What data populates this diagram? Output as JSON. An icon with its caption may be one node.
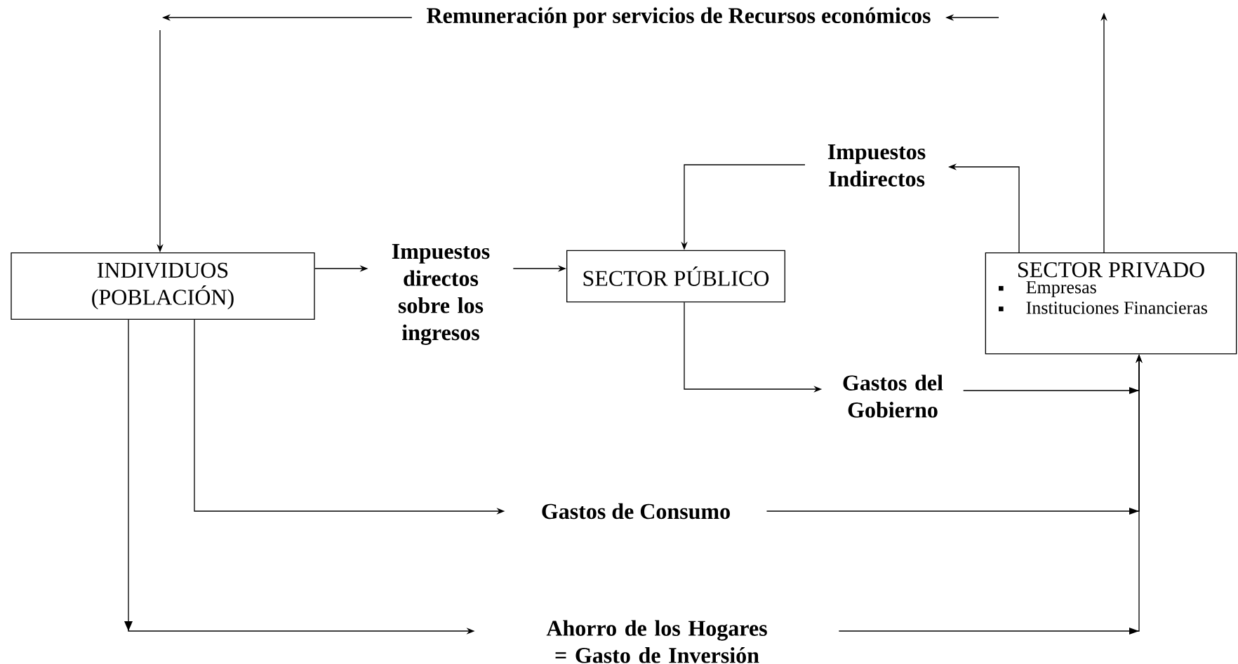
{
  "diagram": {
    "nodes": [
      {
        "text": [
          "Remuneración por servicios de Recursos económicos"
        ]
      },
      {
        "text": [
          "Impuestos Indirectos"
        ]
      },
      {
        "text": [
          "INDIVIDUOS (POBLACIÓN)"
        ]
      },
      {
        "text": [
          "Impuestos directos sobre los ingresos"
        ]
      },
      {
        "text": [
          "SECTOR PÚBLICO"
        ]
      },
      {
        "text": [
          "SECTOR PRIVADO",
          "Empresas",
          "Instituciones Financieras"
        ]
      },
      {
        "text": [
          "Gastos del Gobierno"
        ]
      },
      {
        "text": [
          "Gastos de Consumo"
        ]
      },
      {
        "text": [
          "Ahorro de los Hogares = Gasto de Inversión"
        ]
      }
    ],
    "edges": [
      {
        "from": 5,
        "to": null,
        "arrow": "to"
      },
      {
        "from": null,
        "to": 0,
        "arrow": "to"
      },
      {
        "from": 0,
        "to": null,
        "arrow": "to"
      },
      {
        "from": null,
        "to": 2,
        "arrow": "to"
      },
      {
        "from": 2,
        "to": 3,
        "arrow": "to"
      },
      {
        "from": 3,
        "to": 4,
        "arrow": "to"
      },
      {
        "from": 1,
        "to": 4,
        "arrow": "to"
      },
      {
        "from": 5,
        "to": 1,
        "arrow": "to"
      },
      {
        "from": 4,
        "to": 6,
        "arrow": "to"
      },
      {
        "from": 6,
        "to": 5,
        "arrow": "to"
      },
      {
        "from": 2,
        "to": 7,
        "arrow": "to"
      },
      {
        "from": 7,
        "to": 5,
        "arrow": "to"
      },
      {
        "from": 2,
        "to": 8,
        "arrow": "to"
      },
      {
        "from": 8,
        "to": 5,
        "arrow": "to"
      }
    ]
  }
}
